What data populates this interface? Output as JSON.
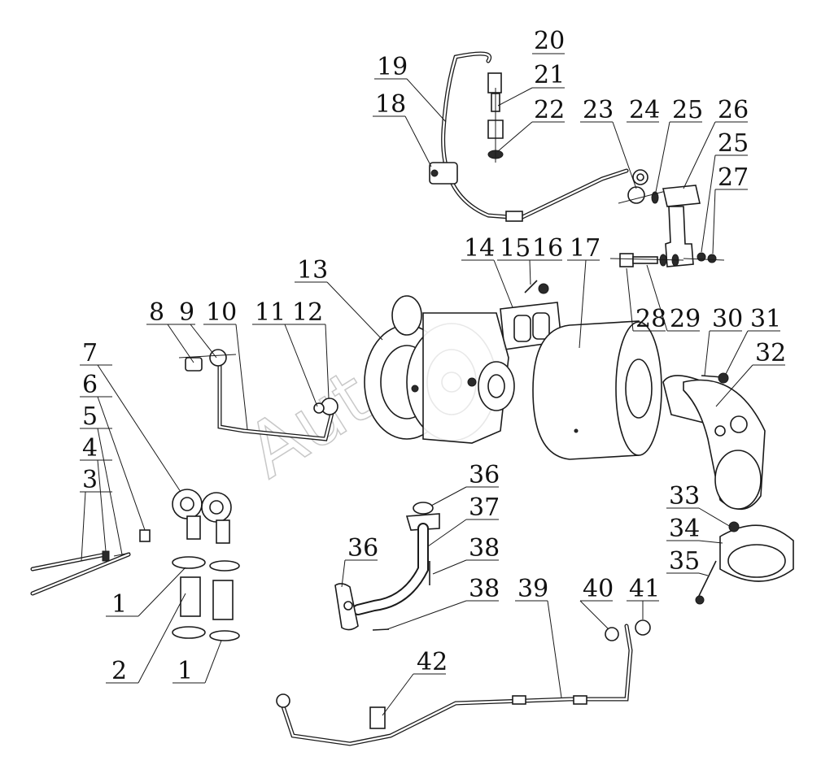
{
  "diagram": {
    "watermark": "Autoc",
    "callouts": [
      {
        "id": "c20",
        "text": "20"
      },
      {
        "id": "c19",
        "text": "19"
      },
      {
        "id": "c21",
        "text": "21"
      },
      {
        "id": "c18",
        "text": "18"
      },
      {
        "id": "c22",
        "text": "22"
      },
      {
        "id": "c23",
        "text": "23"
      },
      {
        "id": "c24",
        "text": "24"
      },
      {
        "id": "c25a",
        "text": "25"
      },
      {
        "id": "c26",
        "text": "26"
      },
      {
        "id": "c25b",
        "text": "25"
      },
      {
        "id": "c27",
        "text": "27"
      },
      {
        "id": "c14",
        "text": "14"
      },
      {
        "id": "c15",
        "text": "15"
      },
      {
        "id": "c16",
        "text": "16"
      },
      {
        "id": "c17",
        "text": "17"
      },
      {
        "id": "c13",
        "text": "13"
      },
      {
        "id": "c8",
        "text": "8"
      },
      {
        "id": "c9",
        "text": "9"
      },
      {
        "id": "c10",
        "text": "10"
      },
      {
        "id": "c11",
        "text": "11"
      },
      {
        "id": "c12",
        "text": "12"
      },
      {
        "id": "c28",
        "text": "28"
      },
      {
        "id": "c29",
        "text": "29"
      },
      {
        "id": "c30",
        "text": "30"
      },
      {
        "id": "c31",
        "text": "31"
      },
      {
        "id": "c32",
        "text": "32"
      },
      {
        "id": "c7",
        "text": "7"
      },
      {
        "id": "c6",
        "text": "6"
      },
      {
        "id": "c5",
        "text": "5"
      },
      {
        "id": "c4",
        "text": "4"
      },
      {
        "id": "c3",
        "text": "3"
      },
      {
        "id": "c36a",
        "text": "36"
      },
      {
        "id": "c37",
        "text": "37"
      },
      {
        "id": "c33",
        "text": "33"
      },
      {
        "id": "c34",
        "text": "34"
      },
      {
        "id": "c35",
        "text": "35"
      },
      {
        "id": "c36b",
        "text": "36"
      },
      {
        "id": "c38a",
        "text": "38"
      },
      {
        "id": "c1a",
        "text": "1"
      },
      {
        "id": "c38b",
        "text": "38"
      },
      {
        "id": "c39",
        "text": "39"
      },
      {
        "id": "c40",
        "text": "40"
      },
      {
        "id": "c41",
        "text": "41"
      },
      {
        "id": "c2",
        "text": "2"
      },
      {
        "id": "c1b",
        "text": "1"
      },
      {
        "id": "c42",
        "text": "42"
      }
    ]
  }
}
